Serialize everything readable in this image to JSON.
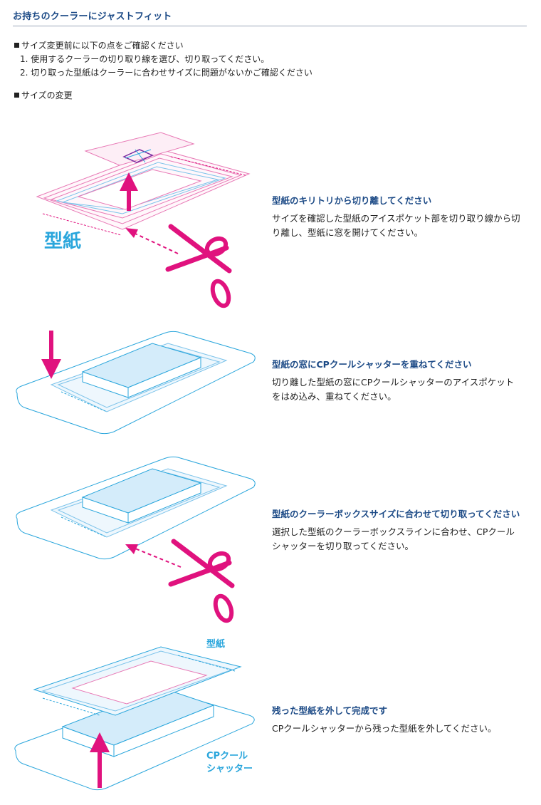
{
  "page": {
    "title": "お持ちのクーラーにジャストフィット",
    "intro": {
      "check_heading": "サイズ変更前に以下の点をご確認ください",
      "check_items": [
        "1.  使用するクーラーの切り取り線を選び、切り取ってください。",
        "2.  切り取った型紙はクーラーに合わせサイズに問題がないかご確認ください"
      ],
      "size_heading": "サイズの変更"
    }
  },
  "steps": [
    {
      "heading": "型紙のキリトリから切り離してください",
      "description": "サイズを確認した型紙のアイスポケット部を切り取り線から切り離し、型紙に窓を開けてください。",
      "illustration_label": "型紙"
    },
    {
      "heading": "型紙の窓にCPクールシャッターを重ねてください",
      "description": "切り離した型紙の窓にCPクールシャッターのアイスポケットをはめ込み、重ねてください。"
    },
    {
      "heading": "型紙のクーラーボックスサイズに合わせて切り取ってください",
      "description": "選択した型紙のクーラーボックスラインに合わせ、CPクールシャッターを切り取ってください。"
    },
    {
      "heading": "残った型紙を外して完成です",
      "description": "CPクールシャッターから残った型紙を外してください。",
      "label_top": "型紙",
      "label_bottom_line1": "CPクール",
      "label_bottom_line2": "シャッター"
    }
  ],
  "colors": {
    "heading_blue": "#1c4a86",
    "pink": "#e0127e",
    "light_blue": "#2aa6dc",
    "pale_blue": "#cfe9f8"
  }
}
